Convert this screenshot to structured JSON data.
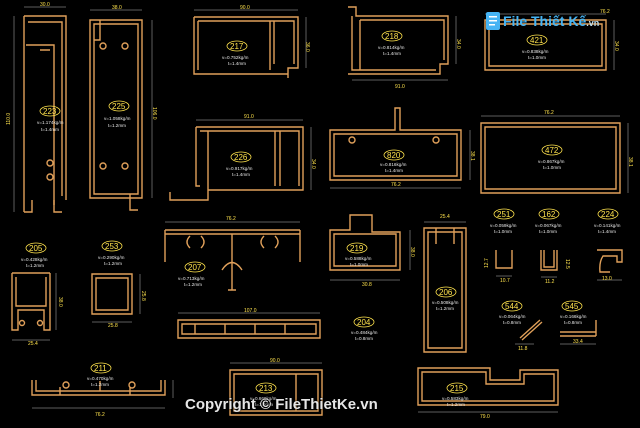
{
  "brand": {
    "name": "File Thiết Kế",
    "tld": ".vn"
  },
  "copyright": "Copyright © FileThietKe.vn",
  "profiles": {
    "p223": {
      "code": "223",
      "w": "30.0",
      "h": "110.0",
      "specs": [
        "v=1.174kg/m",
        "t=1.4mm"
      ]
    },
    "p225": {
      "code": "225",
      "w": "38.0",
      "h": "106.0",
      "specs": [
        "v=1.058kg/m",
        "t=1.2mm"
      ]
    },
    "p217": {
      "code": "217",
      "w": "90.0",
      "h": "36.0",
      "specs": [
        "v=0.752kg/m",
        "t=1.4mm"
      ]
    },
    "p218": {
      "code": "218",
      "w": "91.0",
      "h": "34.0",
      "specs": [
        "v=0.814kg/m",
        "t=1.4mm"
      ]
    },
    "p421": {
      "code": "421",
      "w": "76.2",
      "h": "34.0",
      "specs": [
        "v=0.838kg/m",
        "t=1.0mm"
      ]
    },
    "p226": {
      "code": "226",
      "w": "91.0",
      "h": "34.0",
      "specs": [
        "v=0.917kg/m",
        "t=1.4mm"
      ]
    },
    "p820": {
      "code": "820",
      "w": "76.2",
      "h": "38.1",
      "specs": [
        "v=0.816kg/m",
        "t=1.4mm"
      ]
    },
    "p472": {
      "code": "472",
      "w": "76.2",
      "h": "38.1",
      "specs": [
        "v=0.867kg/m",
        "t=1.0mm"
      ]
    },
    "p205": {
      "code": "205",
      "w": "25.4",
      "h": "38.0",
      "specs": [
        "v=0.428kg/m",
        "t=1.2mm"
      ]
    },
    "p253": {
      "code": "253",
      "w": "25.8",
      "h": "25.8",
      "specs": [
        "v=0.290kg/m",
        "t=1.2mm"
      ]
    },
    "p207": {
      "code": "207",
      "w": "76.2",
      "h": "",
      "specs": [
        "v=0.713kg/m",
        "t=1.2mm"
      ]
    },
    "p219": {
      "code": "219",
      "w": "30.8",
      "h": "38.0",
      "specs": [
        "v=0.588kg/m",
        "t=1.0mm"
      ]
    },
    "p206": {
      "code": "206",
      "w": "25.4",
      "h": "",
      "specs": [
        "v=0.508kg/m",
        "t=1.2mm"
      ]
    },
    "p251": {
      "code": "251",
      "w": "10.7",
      "h": "12.7",
      "specs": [
        "v=0.059kg/m",
        "t=1.0mm"
      ]
    },
    "p162": {
      "code": "162",
      "w": "11.2",
      "h": "12.5",
      "specs": [
        "v=0.067kg/m",
        "t=1.0mm"
      ]
    },
    "p224": {
      "code": "224",
      "w": "13.0",
      "h": "",
      "specs": [
        "v=0.141kg/m",
        "t=1.4mm"
      ]
    },
    "p204": {
      "code": "204",
      "w": "107.0",
      "h": "",
      "specs": [
        "v=0.484kg/m",
        "t=0.8mm"
      ]
    },
    "p544": {
      "code": "544",
      "w": "11.8",
      "h": "",
      "specs": [
        "v=0.064kg/m",
        "t=0.8mm"
      ]
    },
    "p545": {
      "code": "545",
      "w": "33.4",
      "h": "",
      "specs": [
        "v=0.166kg/m",
        "t=0.8mm"
      ]
    },
    "p211": {
      "code": "211",
      "w": "76.2",
      "h": "",
      "specs": [
        "v=0.470kg/m",
        "t=1.2mm"
      ]
    },
    "p213": {
      "code": "213",
      "w": "90.0",
      "h": "",
      "specs": [
        "v=0.660kg/m",
        "t=1.0mm"
      ]
    },
    "p215": {
      "code": "215",
      "w": "79.0",
      "h": "",
      "specs": [
        "v=0.583kg/m",
        "t=1.2mm"
      ]
    }
  }
}
